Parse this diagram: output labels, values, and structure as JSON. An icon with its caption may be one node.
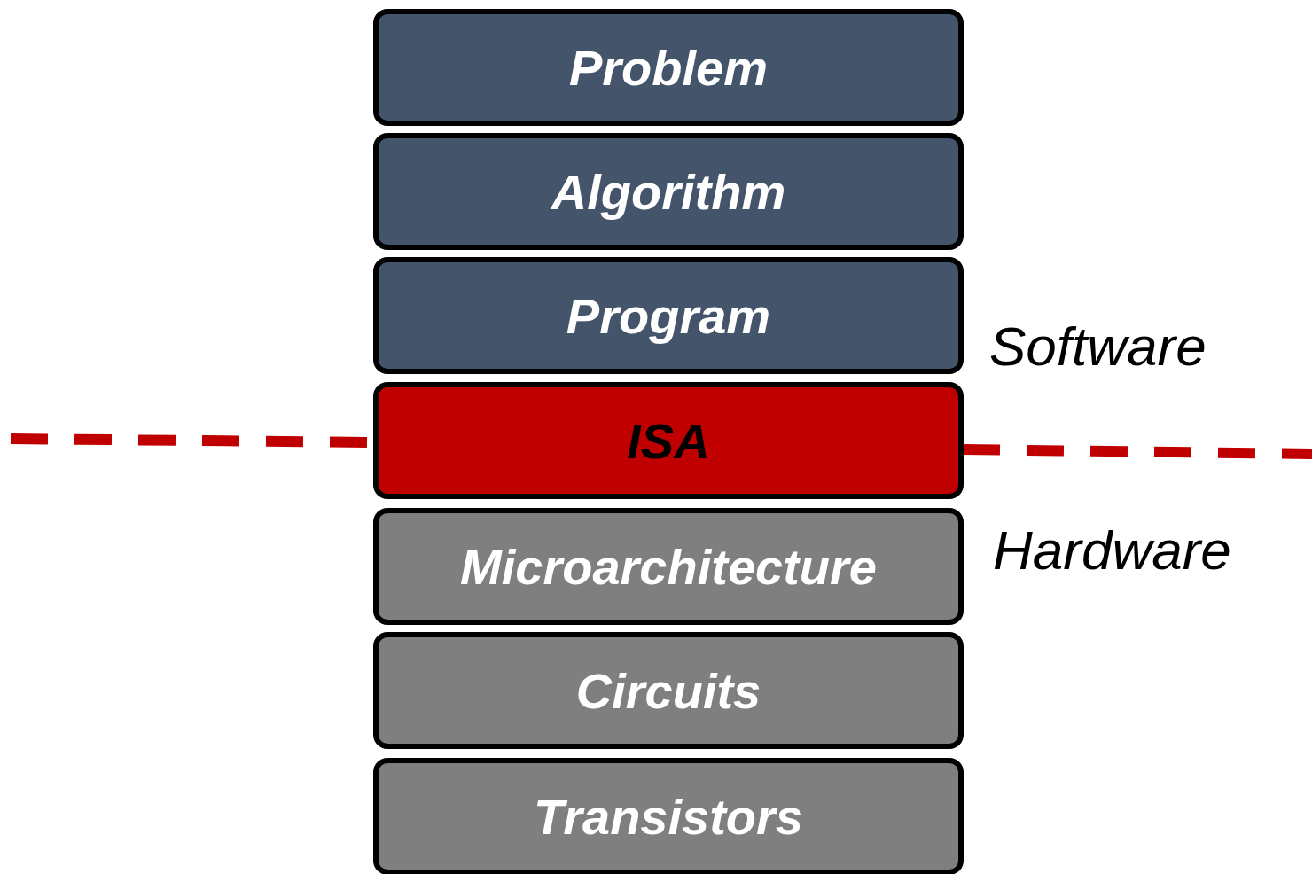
{
  "diagram": {
    "nodes": [
      {
        "text": [
          "Problem"
        ]
      },
      {
        "text": [
          "Algorithm"
        ]
      },
      {
        "text": [
          "Program"
        ]
      },
      {
        "text": [
          "ISA"
        ]
      },
      {
        "text": [
          "Microarchitecture"
        ]
      },
      {
        "text": [
          "Circuits"
        ]
      },
      {
        "text": [
          "Transistors"
        ]
      }
    ],
    "labels": [
      "Software",
      "Hardware"
    ]
  }
}
